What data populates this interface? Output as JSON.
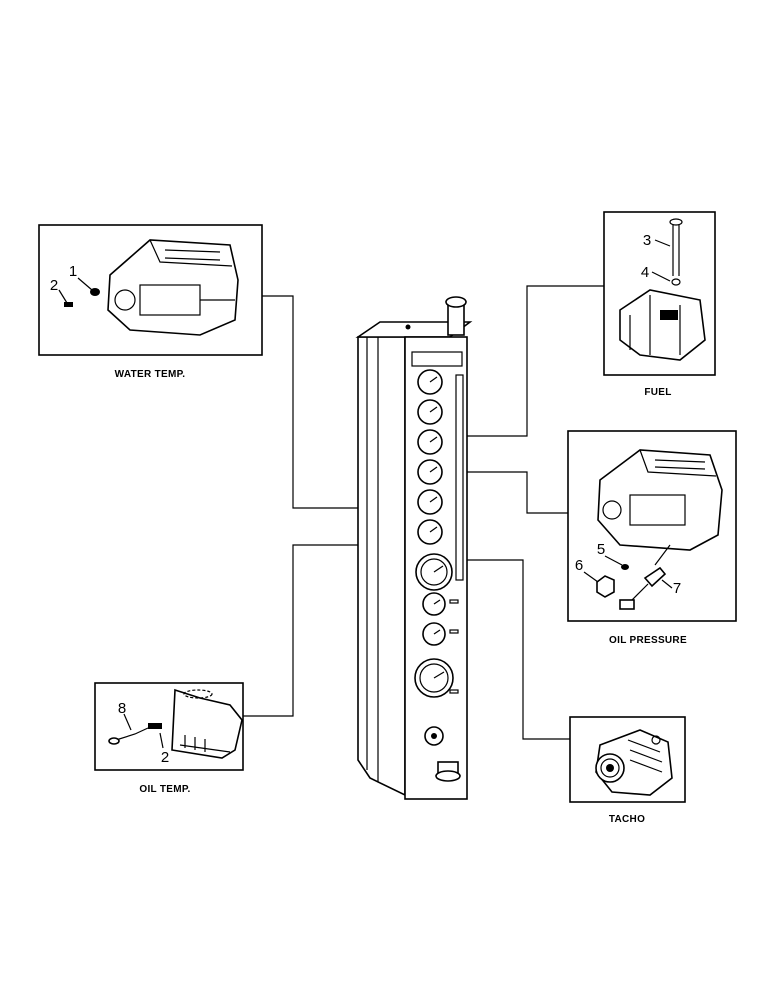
{
  "panels": {
    "water_temp": {
      "caption": "WATER TEMP.",
      "callouts": [
        "1",
        "2"
      ]
    },
    "fuel": {
      "caption": "FUEL",
      "callouts": [
        "3",
        "4"
      ]
    },
    "oil_pressure": {
      "caption": "OIL PRESSURE",
      "callouts": [
        "5",
        "6",
        "7"
      ]
    },
    "oil_temp": {
      "caption": "OIL TEMP.",
      "callouts": [
        "8",
        "2"
      ]
    },
    "tacho": {
      "caption": "TACHO"
    }
  }
}
